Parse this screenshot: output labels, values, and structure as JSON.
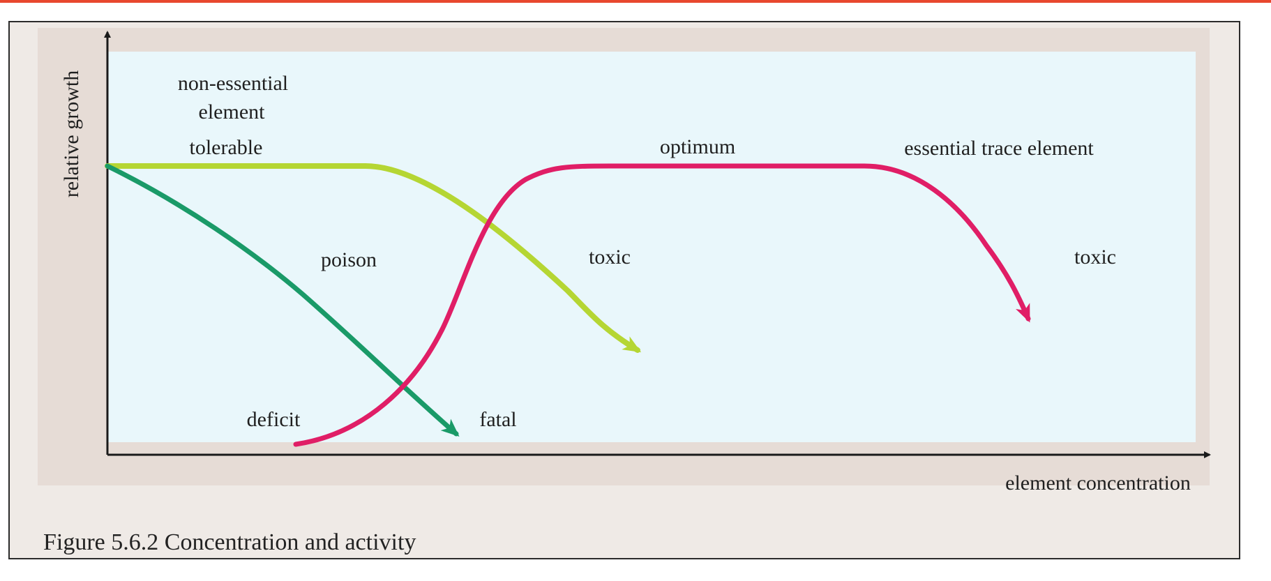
{
  "axes": {
    "ylabel": "relative growth",
    "xlabel": "element concentration"
  },
  "non_essential": {
    "title_line1": "non-essential",
    "title_line2": "element",
    "tolerable": "tolerable",
    "toxic": "toxic",
    "color": "#b5d633"
  },
  "poison": {
    "label": "poison",
    "fatal": "fatal",
    "color": "#1a9a68"
  },
  "essential": {
    "title": "essential trace element",
    "optimum": "optimum",
    "deficit": "deficit",
    "toxic": "toxic",
    "color": "#e01e66"
  },
  "caption": "Figure 5.6.2 Concentration and activity",
  "colors": {
    "frame_rule": "#e8472e",
    "plot_background": "#e9f7fb",
    "axis": "#1a1a1a"
  }
}
